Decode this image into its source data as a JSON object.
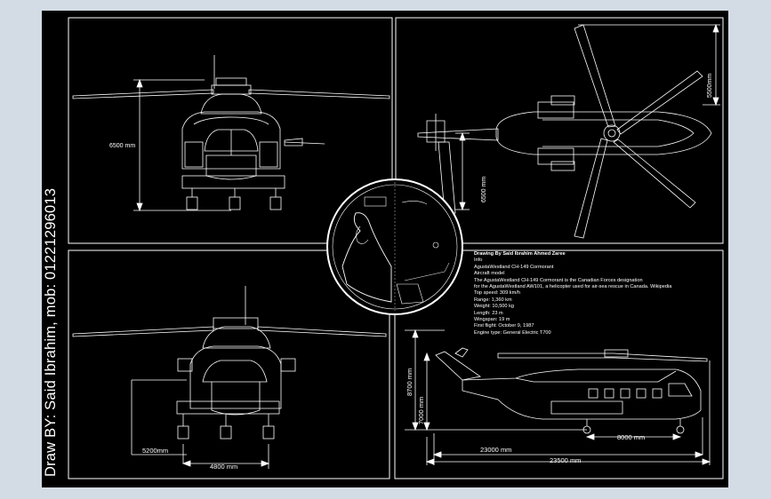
{
  "title_block": {
    "author": "Draw BY: Said Ibrahim, mob: 01221296013"
  },
  "dimensions": {
    "front_top_height": "6500 mm",
    "top_view_rotor": "5500mm",
    "top_view_height": "6500 mm",
    "front_bottom_left": "5200mm",
    "front_bottom_track": "4800 mm",
    "side_upper_height": "8700 mm",
    "side_lower_height": "7000 mm",
    "side_wheelbase": "8000 mm",
    "side_fuselage_length": "23000 mm",
    "side_overall_length": "23500 mm"
  },
  "info": {
    "lines": [
      "Drawing By Said Ibrahim Ahmed Zaree",
      "Info",
      "AgustaWestland CH-149 Cormorant",
      "Aircraft model",
      "The AgustaWestland CH-149 Cormorant is the Canadian Forces designation",
      "for the AgustaWestland AW101, a helicopter used for air-sea rescue in Canada. Wikipedia",
      "Top speed: 309 km/h",
      "Range: 1,360 km",
      "Weight: 10,500 kg",
      "Length: 23 m",
      "Wingspan: 19 m",
      "First flight: October 9, 1987",
      "Engine type: General Electric T700"
    ]
  },
  "colors": {
    "background": "#d3dbe5",
    "paper": "#000000",
    "line": "#ffffff"
  }
}
